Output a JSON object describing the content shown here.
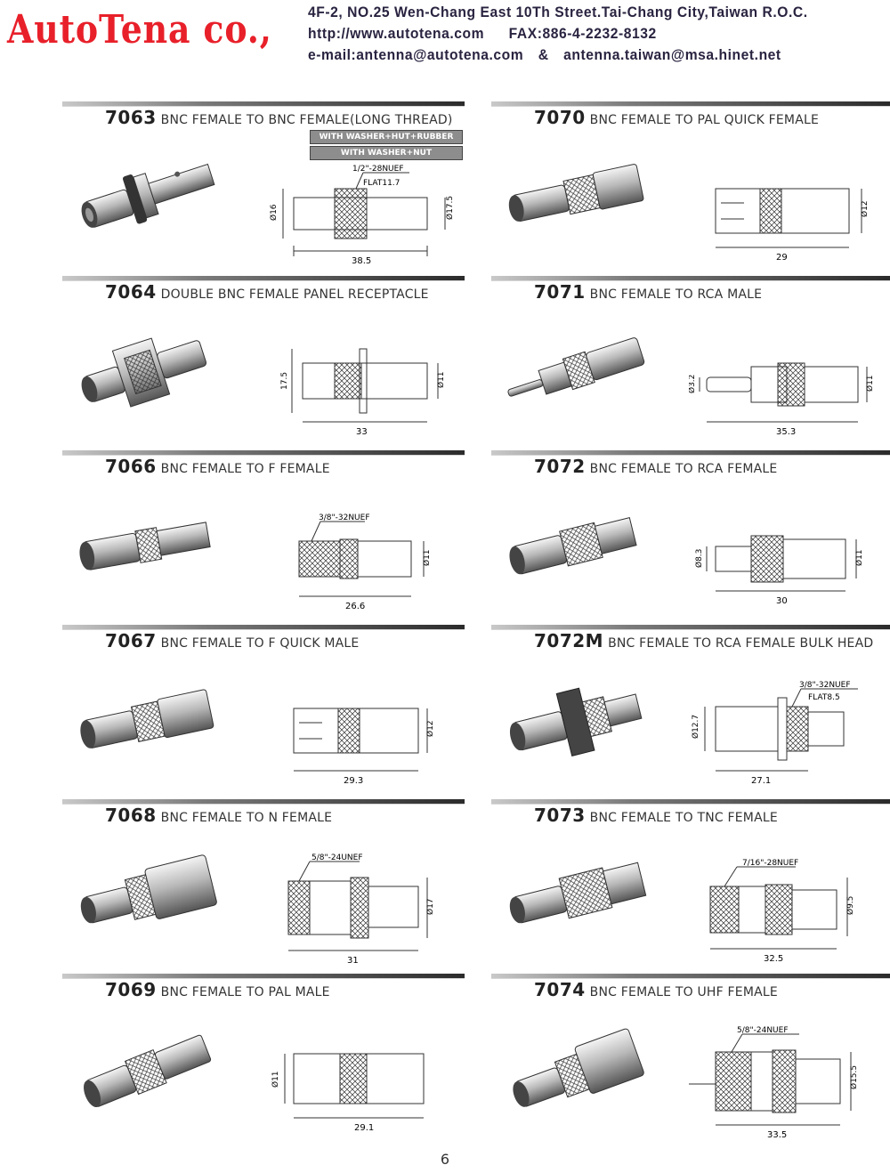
{
  "header": {
    "brand": "AutoTena co.,",
    "address": "4F-2, NO.25 Wen-Chang East 10Th Street.Tai-Chang City,Taiwan R.O.C.",
    "website": "http://www.autotena.com",
    "fax": "FAX:886-4-2232-8132",
    "email_label": "e-mail:antenna@autotena.com",
    "email_sep": "&",
    "email2": "antenna.taiwan@msa.hinet.net"
  },
  "products": [
    {
      "code": "7063",
      "desc": "BNC FEMALE TO BNC FEMALE(LONG THREAD)",
      "badges": [
        "WITH WASHER+HUT+RUBBER",
        "WITH WASHER+NUT"
      ],
      "dims": {
        "thread": "1/2\"-28NUEF",
        "flat": "FLAT11.7",
        "length": "38.5",
        "d1": "Ø16",
        "d2": "Ø17.5"
      }
    },
    {
      "code": "7070",
      "desc": "BNC FEMALE TO PAL QUICK FEMALE",
      "dims": {
        "length": "29",
        "d2": "Ø12"
      }
    },
    {
      "code": "7064",
      "desc": "DOUBLE BNC FEMALE PANEL RECEPTACLE",
      "dims": {
        "length": "33",
        "d1": "17.5",
        "d2": "Ø11"
      }
    },
    {
      "code": "7071",
      "desc": "BNC FEMALE TO RCA MALE",
      "dims": {
        "length": "35.3",
        "d1": "Ø3.2",
        "d2": "Ø11"
      }
    },
    {
      "code": "7066",
      "desc": "BNC FEMALE TO F FEMALE",
      "dims": {
        "thread": "3/8\"-32NUEF",
        "length": "26.6",
        "d2": "Ø11"
      }
    },
    {
      "code": "7072",
      "desc": "BNC FEMALE TO RCA FEMALE",
      "dims": {
        "length": "30",
        "d1": "Ø8.3",
        "d2": "Ø11"
      }
    },
    {
      "code": "7067",
      "desc": "BNC FEMALE TO F QUICK MALE",
      "dims": {
        "length": "29.3",
        "d2": "Ø12"
      }
    },
    {
      "code": "7072M",
      "desc": "BNC FEMALE TO RCA FEMALE BULK HEAD",
      "dims": {
        "thread": "3/8\"-32NUEF",
        "flat": "FLAT8.5",
        "length": "27.1",
        "d1": "Ø12.7"
      }
    },
    {
      "code": "7068",
      "desc": "BNC FEMALE TO N FEMALE",
      "dims": {
        "thread": "5/8\"-24UNEF",
        "length": "31",
        "d2": "Ø17"
      }
    },
    {
      "code": "7073",
      "desc": "BNC FEMALE TO TNC FEMALE",
      "dims": {
        "thread": "7/16\"-28NUEF",
        "length": "32.5",
        "d2": "Ø9.5"
      }
    },
    {
      "code": "7069",
      "desc": "BNC FEMALE TO PAL MALE",
      "dims": {
        "length": "29.1",
        "d1": "Ø11"
      }
    },
    {
      "code": "7074",
      "desc": "BNC FEMALE TO UHF FEMALE",
      "dims": {
        "thread": "5/8\"-24NUEF",
        "length": "33.5",
        "d2": "Ø15.5"
      }
    }
  ],
  "page_number": "6"
}
